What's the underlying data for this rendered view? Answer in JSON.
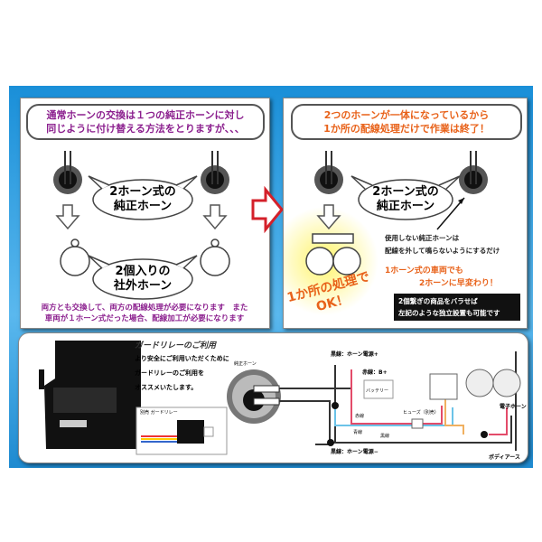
{
  "left_panel": {
    "title": [
      "通常ホーンの交換は１つの純正ホーンに対し",
      "同じように付け替える方法をとりますが、、、"
    ],
    "bubble_oem": [
      "2ホーン式の",
      "純正ホーン"
    ],
    "bubble_aftermarket": [
      "2個入りの",
      "社外ホーン"
    ],
    "note": [
      "両方とも交換して、両方の配線処理が必要になります　また",
      "車両が１ホーン式だった場合、配線加工が必要になります"
    ]
  },
  "right_panel": {
    "title": [
      "2つのホーンが一体になっているから",
      "1か所の配線処理だけで作業は終了！"
    ],
    "bubble_oem": [
      "2ホーン式の",
      "純正ホーン"
    ],
    "unused_note": [
      "使用しない純正ホーンは",
      "配線を外して鳴らないようにするだけ"
    ],
    "conversion": [
      "1ホーン式の車両でも",
      "2ホーンに早変わり！"
    ],
    "ok_label": [
      "1か所の処理で",
      "OK！"
    ],
    "black_box": [
      "2個繋ぎの商品をバラせば",
      "左記のような独立設置も可能です"
    ]
  },
  "bottom_panel": {
    "relay_title": "ガードリレーのご利用",
    "relay_text": [
      "より安全にご利用いただくために",
      "ガードリレーのご利用を",
      "オススメいたします。"
    ],
    "relay_caption": "別売 ガードリレー",
    "oem_horn": "純正ホーン",
    "wire_plus": "黒線：ホーン電源+",
    "wire_b": "赤線：B+",
    "battery": "バッテリー",
    "fuse": "ヒューズ（別売）",
    "red": "赤線",
    "blue": "青線",
    "black": "黒線",
    "wire_minus": "黒線：ホーン電源−",
    "electronic_horn": "電子ホーン",
    "body_earth": "ボディアース"
  },
  "colors": {
    "purple": "#8b1f8e",
    "orange": "#e8621a",
    "panel_blue": "#1a8fd8"
  }
}
